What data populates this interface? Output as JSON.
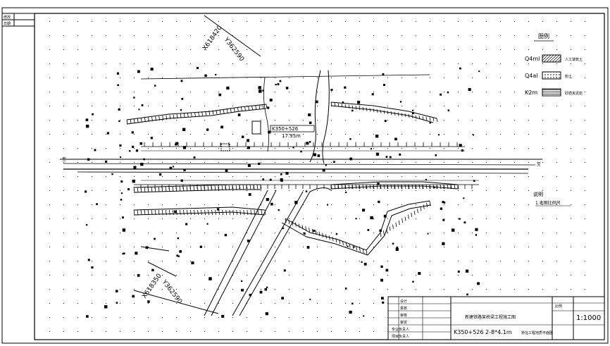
{
  "drawing": {
    "coord_north": "X618420",
    "coord_east_north": "Y362590",
    "coord_south": "X618350",
    "coord_east_south": "Y362590",
    "station_label": "K350+526",
    "elevation_label": "17.95m",
    "legend_title": "图例",
    "legend_items": [
      {
        "code": "Q4ml",
        "label": "人工填筑土"
      },
      {
        "code": "Q4al",
        "label": "粉土"
      },
      {
        "code": "K2m",
        "label": "砂岩夹泥岩"
      }
    ],
    "note_title": "说明",
    "note_text": "1.本图比例尺",
    "title_block": {
      "project": "新建铁路某桥梁工程施工图",
      "designer": "设计",
      "checker": "复核",
      "reviewer": "审核",
      "approver": "审定",
      "row5": "专业负责人",
      "row6": "项目负责人",
      "bridge_spec": "K350+526 2-8*4.1m",
      "drawing_name": "桥址工程地质平面图",
      "scale_label": "比例",
      "scale": "1:1000"
    },
    "road_left": "至",
    "road_right": "至",
    "corner_a": "修改",
    "corner_b": "日期"
  }
}
